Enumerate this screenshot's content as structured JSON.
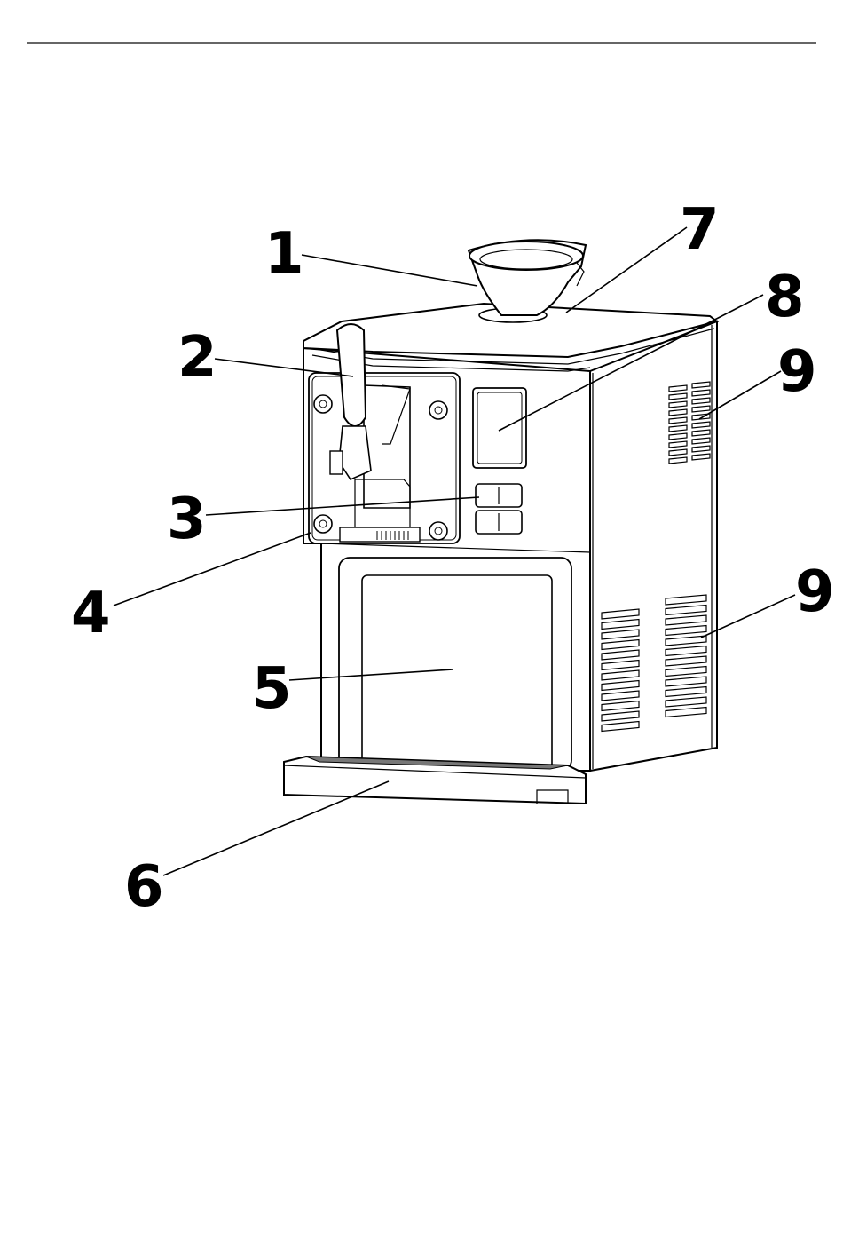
{
  "callouts": [
    {
      "id": "1",
      "label": "1"
    },
    {
      "id": "2",
      "label": "2"
    },
    {
      "id": "3",
      "label": "3"
    },
    {
      "id": "4",
      "label": "4"
    },
    {
      "id": "5",
      "label": "5"
    },
    {
      "id": "6",
      "label": "6"
    },
    {
      "id": "7",
      "label": "7"
    },
    {
      "id": "8",
      "label": "8"
    },
    {
      "id": "9a",
      "label": "9"
    },
    {
      "id": "9b",
      "label": "9"
    }
  ]
}
